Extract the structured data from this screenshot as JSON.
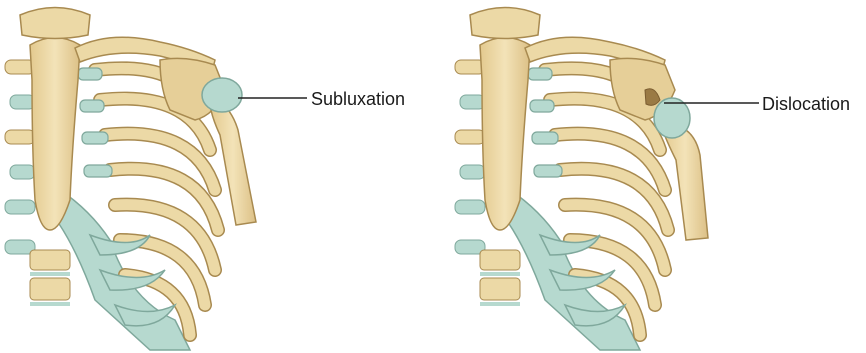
{
  "figure": {
    "panels": [
      {
        "id": "subluxation",
        "label": "Subluxation"
      },
      {
        "id": "dislocation",
        "label": "Dislocation"
      }
    ],
    "colors": {
      "bone": "#ecd9a6",
      "bone_shade": "#d8bd80",
      "bone_outline": "#a88a50",
      "cartilage": "#b6d9cf",
      "cartilage_outline": "#7fa89c",
      "leader_line": "#222222",
      "background": "#ffffff"
    }
  }
}
